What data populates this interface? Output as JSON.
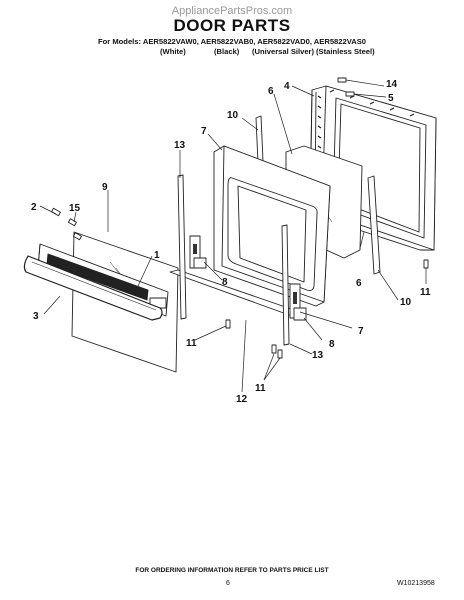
{
  "watermark": "AppliancePartsPros.com",
  "title": "DOOR PARTS",
  "models_line": "For Models: AER5822VAW0, AER5822VAB0, AER5822VAD0, AER5822VAS0",
  "colors": [
    "(White)",
    "(Black)",
    "(Universal Silver)",
    "(Stainless Steel)"
  ],
  "callouts": [
    "1",
    "2",
    "3",
    "4",
    "5",
    "6",
    "6",
    "7",
    "7",
    "8",
    "8",
    "9",
    "10",
    "10",
    "11",
    "11",
    "11",
    "12",
    "13",
    "13",
    "14",
    "15"
  ],
  "footer": "FOR ORDERING INFORMATION REFER TO PARTS PRICE LIST",
  "page_number": "6",
  "doc_number": "W10213958"
}
